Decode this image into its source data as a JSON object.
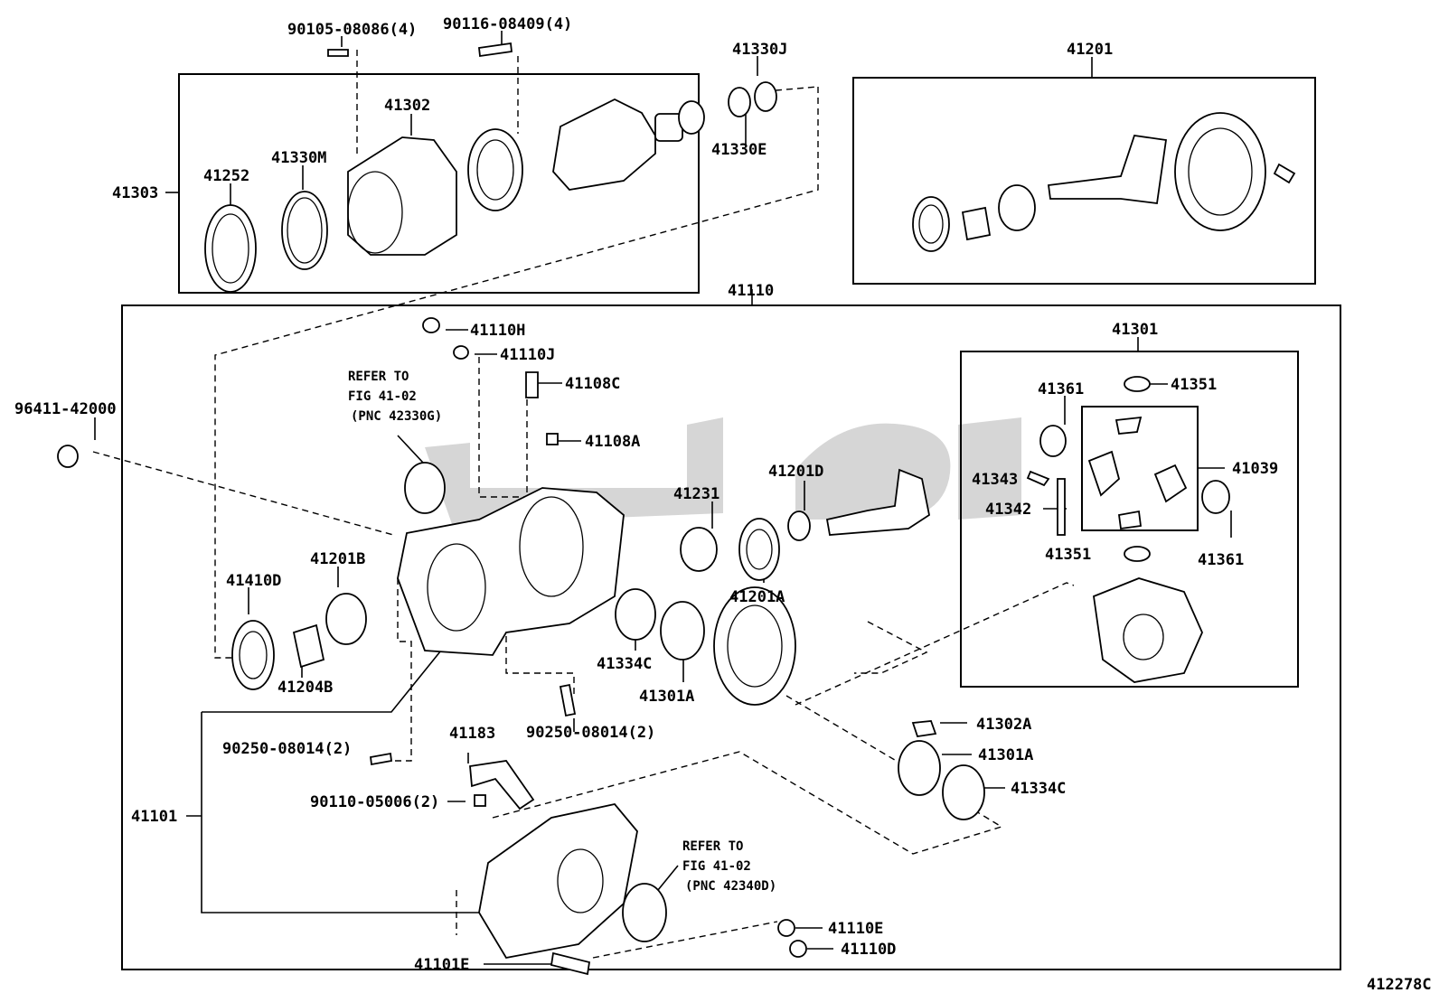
{
  "diagram": {
    "figure_code": "412278C",
    "refer_notes": {
      "top": [
        "REFER TO",
        "FIG 41-02",
        "(PNC 42330G)"
      ],
      "bottom": [
        "REFER TO",
        "FIG 41-02",
        "(PNC 42340D)"
      ]
    },
    "labels": {
      "p90105": "90105-08086(4)",
      "p90116": "90116-08409(4)",
      "p41330J": "41330J",
      "p41201": "41201",
      "p41302": "41302",
      "p41330M": "41330M",
      "p41252": "41252",
      "p41303": "41303",
      "p41330E": "41330E",
      "p41110": "41110",
      "p41110H": "41110H",
      "p41110J": "41110J",
      "p41108C": "41108C",
      "p41108A": "41108A",
      "p96411": "96411-42000",
      "p41301": "41301",
      "p41361a": "41361",
      "p41351a": "41351",
      "p41343": "41343",
      "p41039": "41039",
      "p41342": "41342",
      "p41351b": "41351",
      "p41361b": "41361",
      "p41201D": "41201D",
      "p41231": "41231",
      "p41201B": "41201B",
      "p41410D": "41410D",
      "p41204B": "41204B",
      "p41201A": "41201A",
      "p41334C1": "41334C",
      "p41301A1": "41301A",
      "p90250a": "90250-08014(2)",
      "p90250b": "90250-08014(2)",
      "p41183": "41183",
      "p41302A": "41302A",
      "p41301A2": "41301A",
      "p41334C2": "41334C",
      "p90110": "90110-05006(2)",
      "p41101": "41101",
      "p41110E": "41110E",
      "p41110D": "41110D",
      "p41101E": "41101E"
    }
  }
}
